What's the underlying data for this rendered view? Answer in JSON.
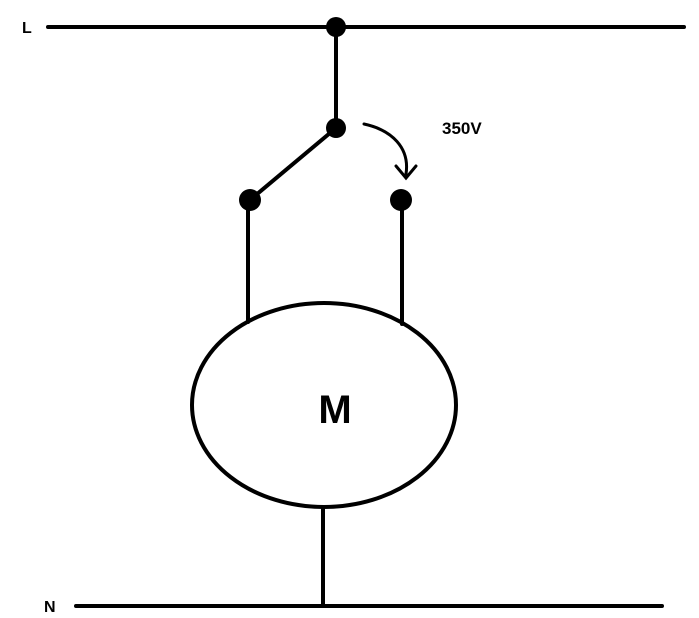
{
  "labels": {
    "line": "L",
    "neutral": "N",
    "voltage": "350V",
    "motor": "M"
  },
  "colors": {
    "ink": "#000000",
    "background": "#ffffff"
  }
}
